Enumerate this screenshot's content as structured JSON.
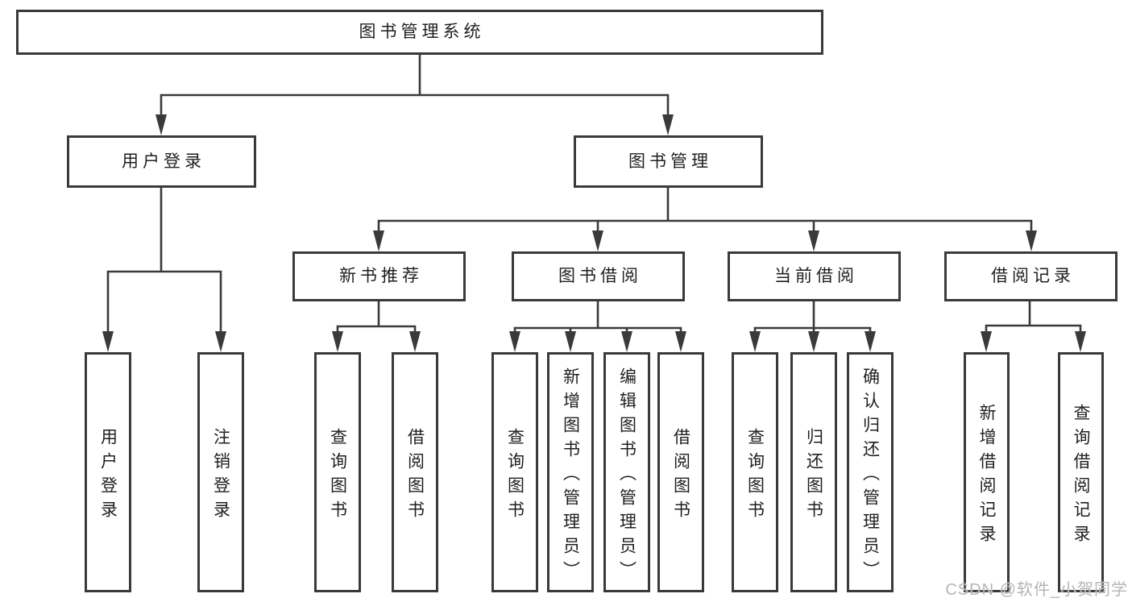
{
  "colors": {
    "bg": "#ffffff",
    "line": "#3a3a3a",
    "box-border": "#3a3a3a",
    "box-fill": "#ffffff",
    "text": "#1f1f1f",
    "watermark": "#b5b5b5"
  },
  "watermark": {
    "text": "CSDN @软件_小贺同学"
  },
  "tree": {
    "label": "图书管理系统",
    "children": [
      {
        "label": "用户登录",
        "children": [
          {
            "label": "用户登录"
          },
          {
            "label": "注销登录"
          }
        ]
      },
      {
        "label": "图书管理",
        "children": [
          {
            "label": "新书推荐",
            "children": [
              {
                "label": "查询图书"
              },
              {
                "label": "借阅图书"
              }
            ]
          },
          {
            "label": "图书借阅",
            "children": [
              {
                "label": "查询图书"
              },
              {
                "label": "新增图书（管理员）"
              },
              {
                "label": "编辑图书（管理员）"
              },
              {
                "label": "借阅图书"
              }
            ]
          },
          {
            "label": "当前借阅",
            "children": [
              {
                "label": "查询图书"
              },
              {
                "label": "归还图书"
              },
              {
                "label": "确认归还（管理员）"
              }
            ]
          },
          {
            "label": "借阅记录",
            "children": [
              {
                "label": "新增借阅记录"
              },
              {
                "label": "查询借阅记录"
              }
            ]
          }
        ]
      }
    ]
  }
}
